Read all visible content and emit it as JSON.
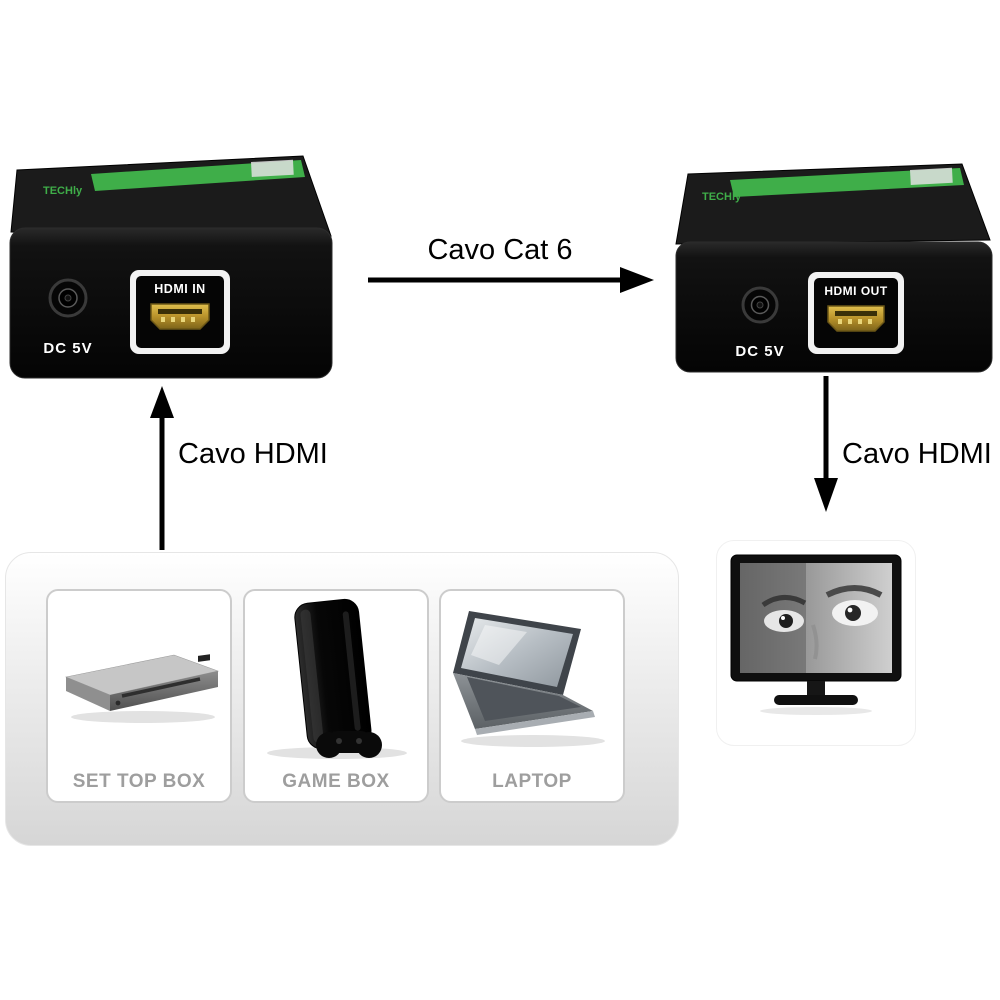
{
  "labels": {
    "cat6": "Cavo Cat 6",
    "hdmi_left": "Cavo HDMI",
    "hdmi_right": "Cavo HDMI"
  },
  "left_extender": {
    "brand": "TECHly",
    "port": "HDMI IN",
    "power": "DC 5V"
  },
  "right_extender": {
    "brand": "TECHly",
    "port": "HDMI OUT",
    "power": "DC 5V"
  },
  "sources": [
    {
      "label": "SET TOP BOX"
    },
    {
      "label": "GAME BOX"
    },
    {
      "label": "LAPTOP"
    }
  ],
  "colors": {
    "accent_green": "#3fae49",
    "box_black": "#0e0e0e",
    "gold": "#c9a227",
    "label_gray": "#9e9e9e"
  }
}
